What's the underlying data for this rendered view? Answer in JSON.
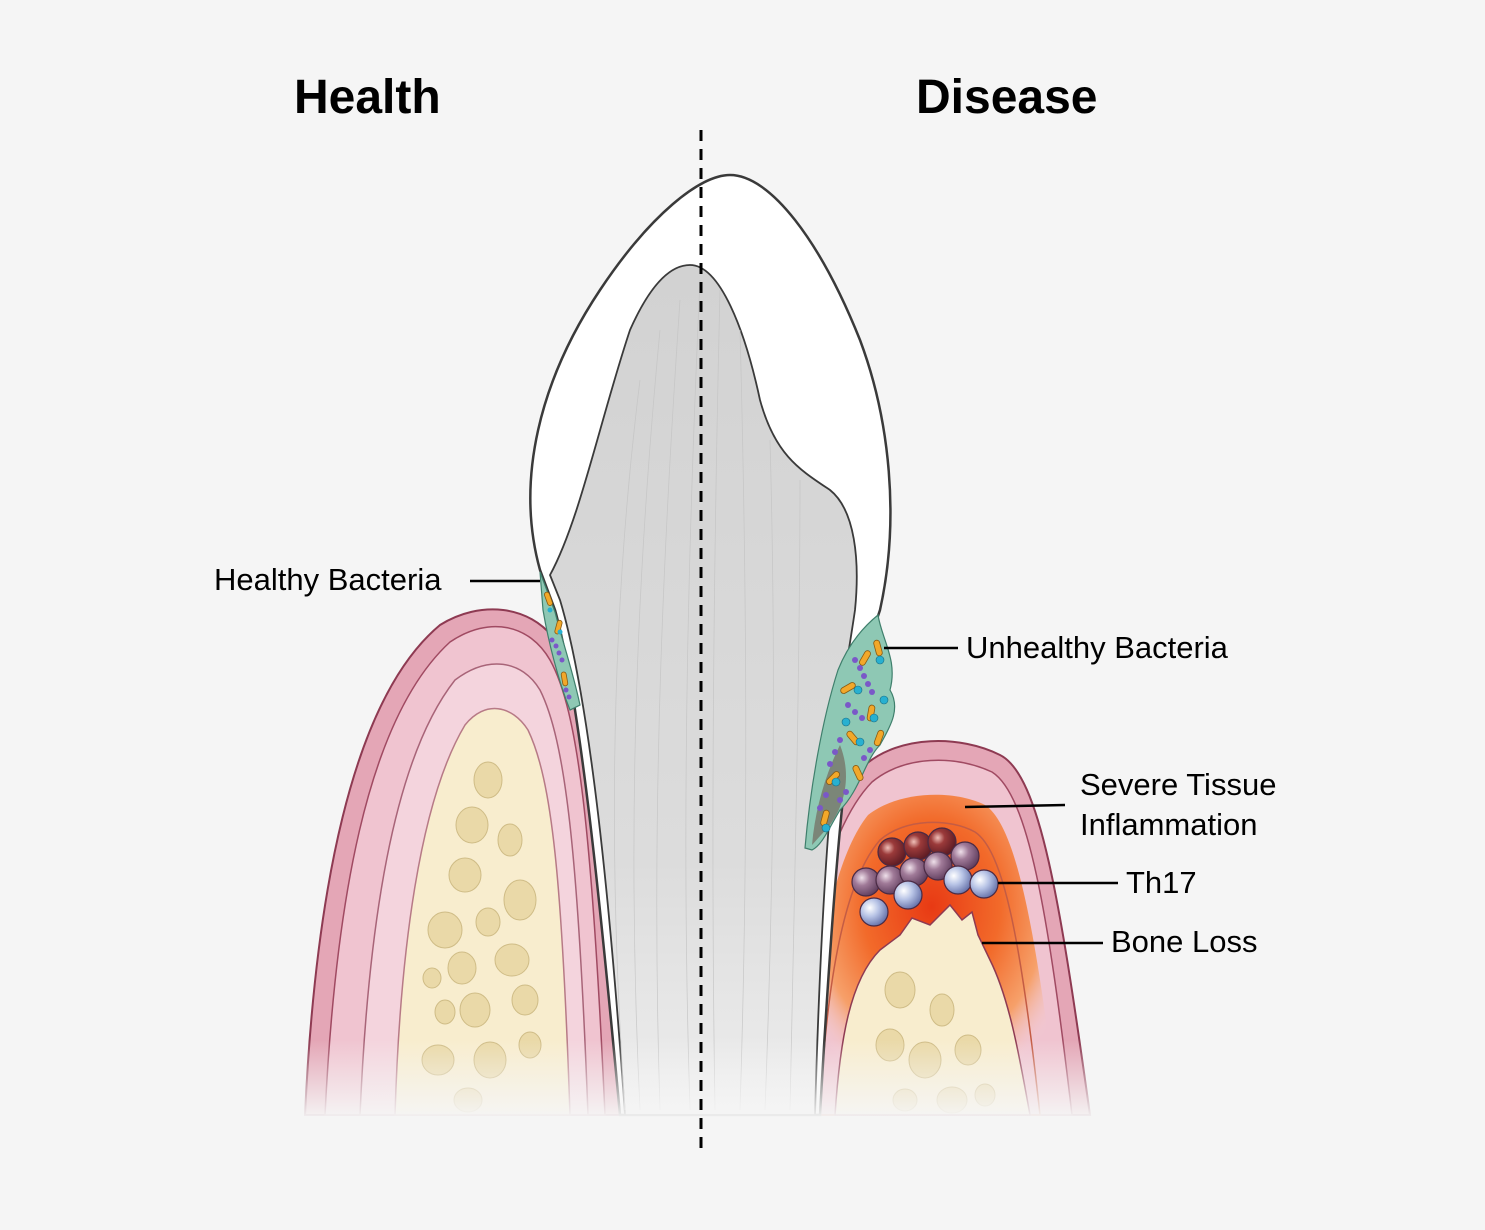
{
  "headings": {
    "health": "Health",
    "disease": "Disease"
  },
  "labels": {
    "healthy_bacteria": "Healthy Bacteria",
    "unhealthy_bacteria": "Unhealthy Bacteria",
    "severe_inflammation_line1": "Severe Tissue",
    "severe_inflammation_line2": "Inflammation",
    "th17": "Th17",
    "bone_loss": "Bone Loss"
  },
  "colors": {
    "background": "#f5f5f5",
    "gum_outer": "#e9b2c0",
    "gum_inner": "#f4d2dc",
    "bone": "#f8edce",
    "bone_pore": "#ead9a8",
    "tooth_root": "#d8d8d8",
    "biofilm": "#8ec8b4",
    "inflammation": "#e8401c"
  }
}
